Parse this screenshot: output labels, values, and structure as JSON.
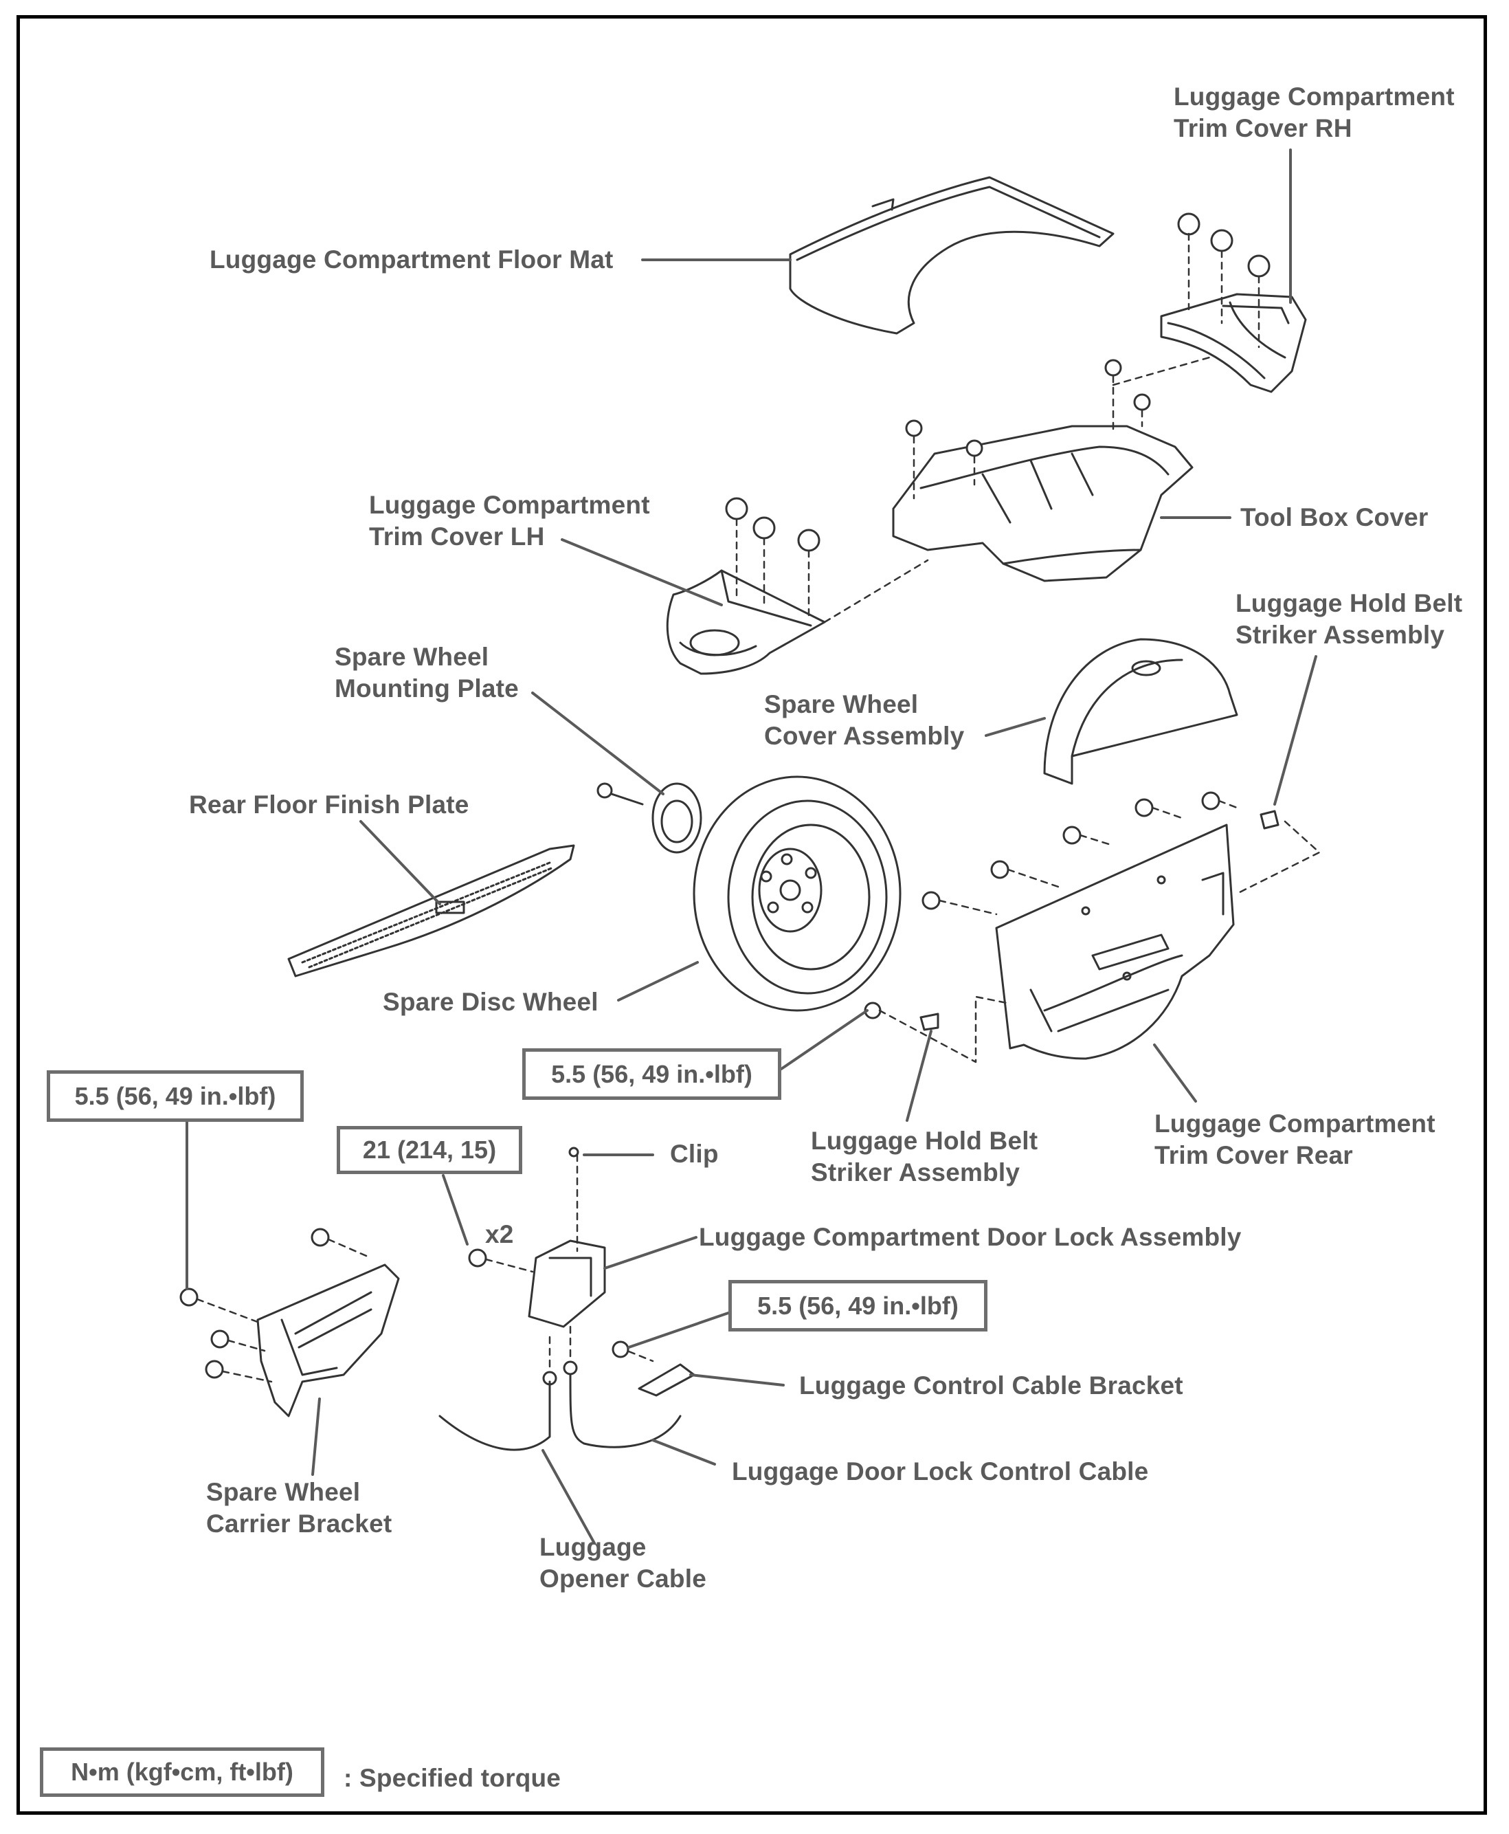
{
  "labels": {
    "floor_mat": "Luggage Compartment Floor Mat",
    "trim_rh": "Luggage Compartment\nTrim Cover RH",
    "trim_lh": "Luggage Compartment\nTrim Cover LH",
    "tool_box_cover": "Tool Box Cover",
    "belt_striker_upper": "Luggage Hold Belt\nStriker Assembly",
    "spare_wheel_mounting_plate": "Spare Wheel\nMounting Plate",
    "spare_wheel_cover": "Spare Wheel\nCover Assembly",
    "rear_floor_finish_plate": "Rear Floor Finish Plate",
    "spare_disc_wheel": "Spare Disc Wheel",
    "belt_striker_lower": "Luggage Hold Belt\nStriker Assembly",
    "trim_rear": "Luggage Compartment\nTrim Cover Rear",
    "clip": "Clip",
    "x2": "x2",
    "door_lock_assembly": "Luggage Compartment Door Lock Assembly",
    "control_cable_bracket": "Luggage Control Cable Bracket",
    "door_lock_control_cable": "Luggage Door Lock Control Cable",
    "spare_wheel_carrier_bracket": "Spare Wheel\nCarrier Bracket",
    "opener_cable": "Luggage\nOpener Cable"
  },
  "torques": {
    "striker": "5.5 (56, 49 in.•lbf)",
    "carrier_bracket": "5.5 (56, 49 in.•lbf)",
    "door_lock": "21 (214, 15)",
    "cable_bracket": "5.5 (56, 49 in.•lbf)"
  },
  "legend": {
    "unit_box": "N•m (kgf•cm, ft•lbf)",
    "text": ": Specified torque"
  }
}
